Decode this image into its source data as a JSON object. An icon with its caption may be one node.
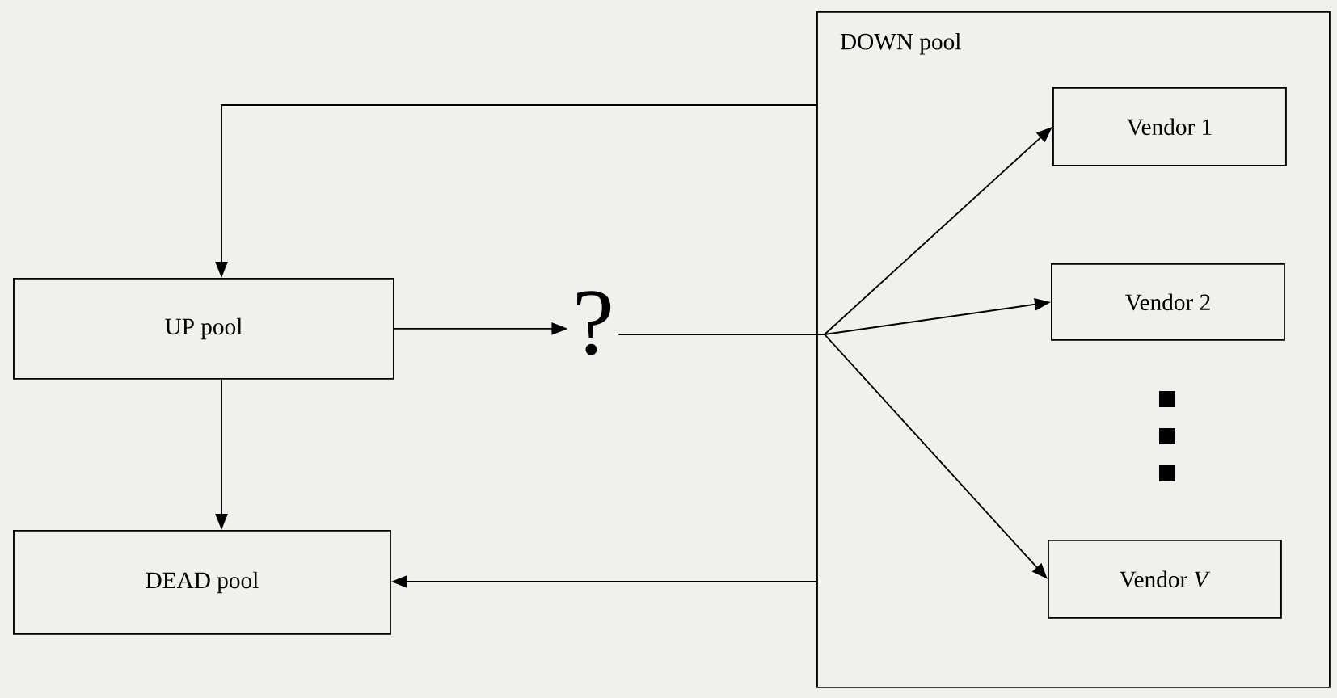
{
  "diagram": {
    "nodes": [
      {
        "text": [
          "UP pool"
        ]
      },
      {
        "text": [
          "?"
        ]
      },
      {
        "text": [
          "DOWN pool"
        ]
      },
      {
        "text": [
          "Vendor 1"
        ],
        "in": 2
      },
      {
        "text": [
          "Vendor 2"
        ],
        "in": 2
      },
      {
        "text": [
          "Vendor *V*"
        ],
        "in": 2
      },
      {
        "text": [
          "DEAD pool"
        ]
      }
    ],
    "edges": [
      {
        "from": 2,
        "to": 0,
        "arrow": "to"
      },
      {
        "from": 0,
        "to": 1,
        "arrow": "to"
      },
      {
        "from": 1,
        "to": 3,
        "arrow": "to"
      },
      {
        "from": 1,
        "to": 4,
        "arrow": "to"
      },
      {
        "from": 1,
        "to": 5,
        "arrow": "to"
      },
      {
        "from": 0,
        "to": 6,
        "arrow": "to"
      },
      {
        "from": 2,
        "to": 6,
        "arrow": "to"
      }
    ]
  }
}
